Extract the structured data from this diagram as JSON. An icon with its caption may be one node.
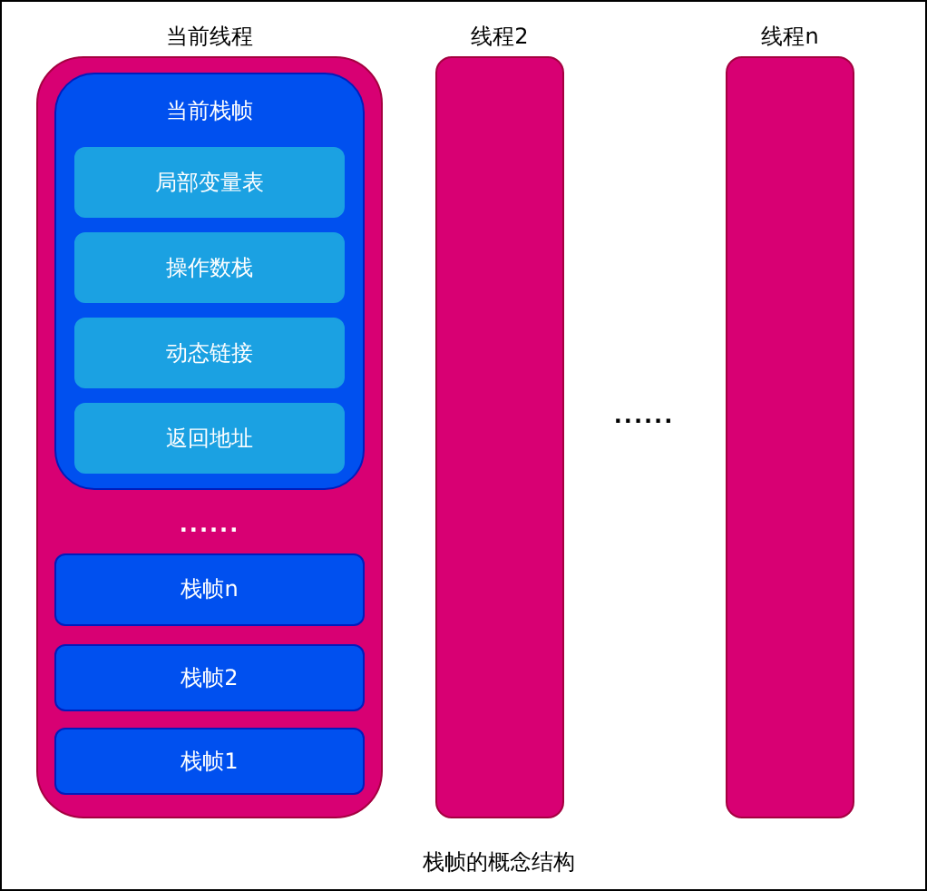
{
  "diagram": {
    "caption": "栈帧的概念结构",
    "nodes": [
      {
        "text": [
          "当前线程",
          "......"
        ]
      },
      {
        "text": [
          "当前栈帧"
        ],
        "in": 0
      },
      {
        "text": [
          "局部变量表"
        ],
        "in": 1
      },
      {
        "text": [
          "操作数栈"
        ],
        "in": 1
      },
      {
        "text": [
          "动态链接"
        ],
        "in": 1
      },
      {
        "text": [
          "返回地址"
        ],
        "in": 1
      },
      {
        "text": [
          "栈帧n"
        ],
        "in": 0
      },
      {
        "text": [
          "栈帧2"
        ],
        "in": 0
      },
      {
        "text": [
          "栈帧1"
        ],
        "in": 0
      },
      {
        "text": [
          "线程2"
        ]
      },
      {
        "text": [
          "线程n"
        ]
      }
    ],
    "labels": [
      "......"
    ]
  }
}
